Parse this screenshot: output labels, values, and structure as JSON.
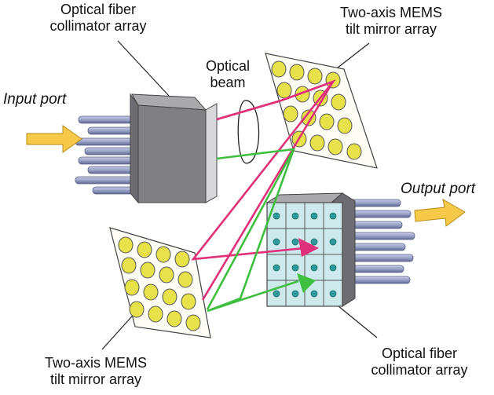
{
  "labels": {
    "collimator_top": [
      "Optical fiber",
      "collimator array"
    ],
    "mems_top": [
      "Two-axis MEMS",
      "tilt mirror array"
    ],
    "optical_beam": [
      "Optical",
      "beam"
    ],
    "input_port": "Input port",
    "output_port": "Output port",
    "mems_bottom": [
      "Two-axis MEMS",
      "tilt mirror array"
    ],
    "collimator_bottom": [
      "Optical fiber",
      "collimator array"
    ]
  },
  "colors": {
    "beam_magenta": "#e0307a",
    "beam_green": "#3fbf3f",
    "arrow_yellow": "#f7c948",
    "mirror_yellow": "#e8e24a",
    "fiber_blue": "#9aa3c8",
    "block_gray": "#7f7f84",
    "output_cell": "#cde9ec"
  }
}
